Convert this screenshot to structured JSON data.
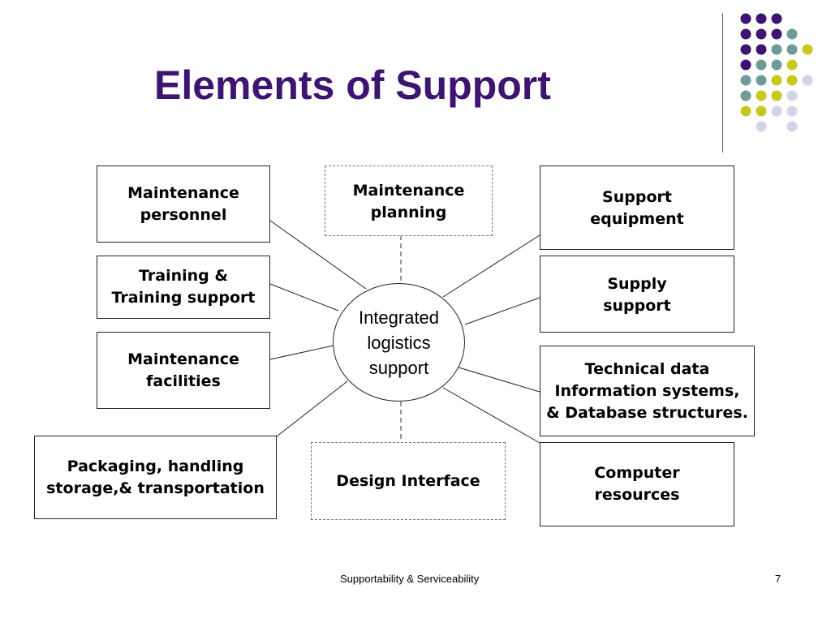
{
  "slide": {
    "title": "Elements of Support",
    "footer_text": "Supportability & Serviceability",
    "page_number": "7"
  },
  "diagram": {
    "center": "Integrated\nlogistics\nsupport",
    "boxes": {
      "maintenance_personnel": "Maintenance\npersonnel",
      "training": "Training &\nTraining support",
      "maintenance_facilities": "Maintenance\nfacilities",
      "packaging": "Packaging, handling\nstorage,& transportation",
      "maintenance_planning": "Maintenance\nplanning",
      "design_interface": "Design Interface",
      "support_equipment": "Support\nequipment",
      "supply_support": "Supply\nsupport",
      "technical_data": "Technical data\nInformation systems,\n& Database structures.",
      "computer_resources": "Computer\nresources"
    }
  },
  "colors": {
    "title": "#3d1470",
    "dot_purple": "#3d1470",
    "dot_teal": "#6e9a9a",
    "dot_yellow": "#c8c81e",
    "dot_lavender": "#d4d4e8"
  }
}
